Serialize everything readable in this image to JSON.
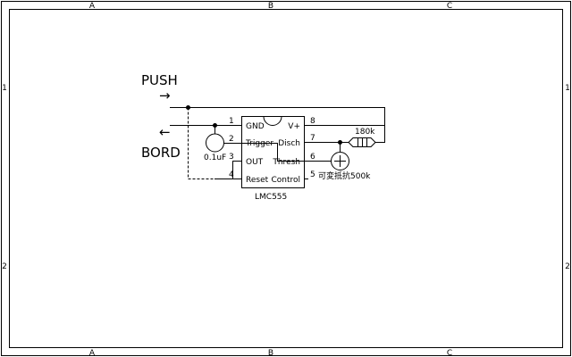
{
  "frame": {
    "columns": [
      "A",
      "B",
      "C"
    ],
    "rows": [
      "1",
      "2"
    ]
  },
  "labels": {
    "push": "PUSH",
    "push_arrow": "→",
    "bord": "BORD",
    "bord_arrow": "←",
    "capacitor": "0.1uF",
    "resistor": "180k",
    "potentiometer": "可変抵抗500k",
    "chip_name": "LMC555"
  },
  "chip": {
    "left_pins": [
      {
        "num": "1",
        "label": "GND"
      },
      {
        "num": "2",
        "label": "Trigger"
      },
      {
        "num": "3",
        "label": "OUT"
      },
      {
        "num": "4",
        "label": "Reset"
      }
    ],
    "right_pins": [
      {
        "num": "8",
        "label": "V+"
      },
      {
        "num": "7",
        "label": "Disch"
      },
      {
        "num": "6",
        "label": "Thresh"
      },
      {
        "num": "5",
        "label": "Control"
      }
    ]
  }
}
